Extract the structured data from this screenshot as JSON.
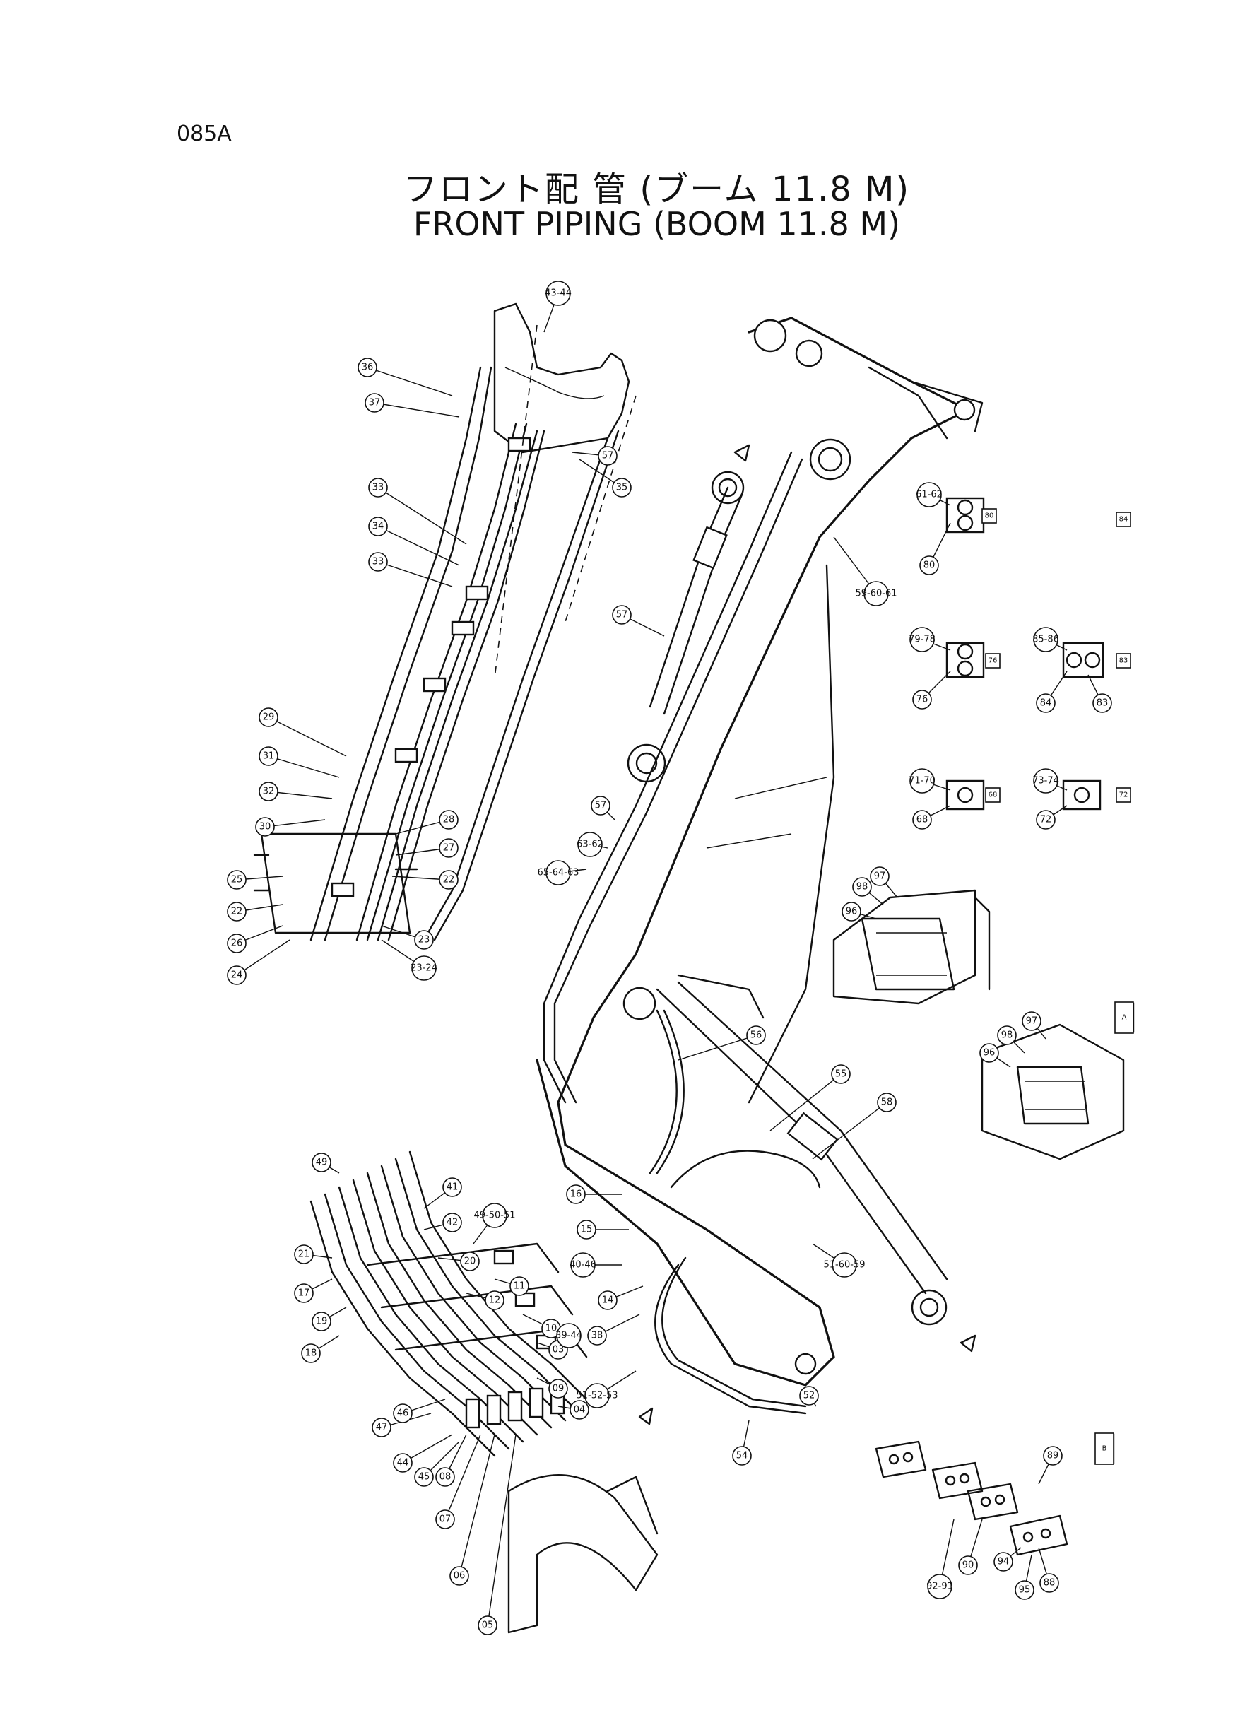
{
  "page_code": "085A",
  "title_ja": "フロント配 管 (ブーム 11.8 M)",
  "title_en": "FRONT  PIPING (BOOM  11.8 M)",
  "view_labels": {
    "a": "A",
    "b": "B"
  },
  "callouts": {
    "c36": "36",
    "c37": "37",
    "c4344": "43-44",
    "c57top": "57",
    "c35": "35",
    "c33": "33",
    "c34": "34",
    "c33b": "33",
    "c29": "29",
    "c31": "31",
    "c32": "32",
    "c30": "30",
    "c28": "28",
    "c27": "27",
    "c22b": "22",
    "c25": "25",
    "c22": "22",
    "c26": "26",
    "c24": "24",
    "c23": "23",
    "c23_24": "23-24",
    "c596061": "59-60-61",
    "c6162": "61-62",
    "c80": "80",
    "c7978": "79-78",
    "c76": "76",
    "c8586": "85-86",
    "c84": "84",
    "c83": "83",
    "c7170": "71-70",
    "c7374": "73-74",
    "c68": "68",
    "c72": "72",
    "c57": "57",
    "c57b": "57",
    "c6263": "63-62",
    "c536465": "65-64-63",
    "c96": "96",
    "c98": "98",
    "c97": "97",
    "c98b": "98",
    "c97b": "97",
    "c96b": "96",
    "c56": "56",
    "c55": "55",
    "c58": "58",
    "c16": "16",
    "c15": "15",
    "c4046": "40-46",
    "c14": "14",
    "c5859": "51-60-59",
    "c5152": "51-52-53",
    "c38": "38",
    "c54": "54",
    "c52": "52",
    "c49": "49",
    "c21": "21",
    "c17": "17",
    "c19": "19",
    "c18": "18",
    "c41": "41",
    "c42": "42",
    "c20": "20",
    "c12": "12",
    "c11": "11",
    "c10": "10",
    "c09": "09",
    "c08": "08",
    "c07": "07",
    "c06": "06",
    "c05": "05",
    "c03": "03",
    "c04": "04",
    "c45": "45",
    "c44": "44",
    "c47": "47",
    "c46": "46",
    "c3944": "39-44",
    "c4950": "49-50-51",
    "c89": "89",
    "c88": "88",
    "c95": "95",
    "c94": "94",
    "c90": "90",
    "c9291": "92-91"
  },
  "clamp_tags": {
    "t80": "80",
    "t76": "76",
    "t83": "83",
    "t68": "68",
    "t72": "72",
    "t84": "84"
  }
}
